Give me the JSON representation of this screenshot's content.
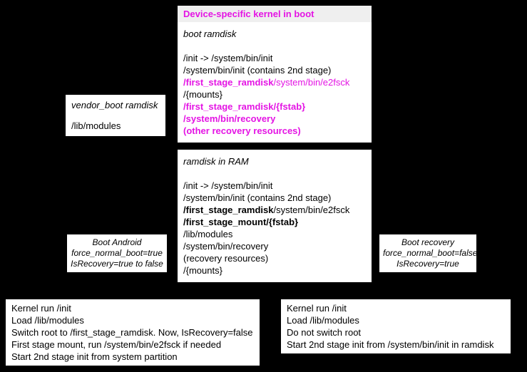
{
  "colors": {
    "background": "#000000",
    "box_background": "#ffffff",
    "header_background": "#efefef",
    "accent_magenta": "#e414e4",
    "text": "#000000"
  },
  "kernel_boot_box": {
    "header": "Device-specific kernel in boot",
    "title": "boot ramdisk",
    "lines": {
      "init_link": "/init -> /system/bin/init",
      "init_second_stage": "/system/bin/init (contains 2nd stage)",
      "e2fsck_prefix": "/first_stage_ramdisk",
      "e2fsck_suffix": "/system/bin/e2fsck",
      "mounts": "/{mounts}",
      "fstab": "/first_stage_ramdisk/{fstab}",
      "recovery": "/system/bin/recovery",
      "recovery_resources": "(other recovery resources)"
    }
  },
  "vendor_boot_box": {
    "title": "vendor_boot ramdisk",
    "modules": "/lib/modules"
  },
  "ramdisk_ram_box": {
    "title": "ramdisk in RAM",
    "lines": {
      "init_link": "/init -> /system/bin/init",
      "init_second_stage": "/system/bin/init (contains 2nd stage)",
      "e2fsck_prefix": "/first_stage_ramdisk",
      "e2fsck_suffix": "/system/bin/e2fsck",
      "fstab_mount": "/first_stage_mount/{fstab}",
      "modules": "/lib/modules",
      "recovery": "/system/bin/recovery",
      "recovery_resources": "(recovery resources)",
      "mounts": "/{mounts}"
    }
  },
  "boot_android_note": {
    "line1": "Boot Android",
    "line2": "force_normal_boot=true",
    "line3": "IsRecovery=true to false"
  },
  "boot_recovery_note": {
    "line1": "Boot recovery",
    "line2": "force_normal_boot=false",
    "line3": "IsRecovery=true"
  },
  "android_steps_box": {
    "lines": [
      "Kernel run /init",
      "Load /lib/modules",
      "Switch root to /first_stage_ramdisk. Now, IsRecovery=false",
      "First stage mount, run /system/bin/e2fsck if needed",
      "Start 2nd stage init from system partition"
    ]
  },
  "recovery_steps_box": {
    "lines": [
      "Kernel run /init",
      "Load /lib/modules",
      "Do not switch root",
      "Start 2nd stage init from /system/bin/init in ramdisk"
    ]
  }
}
